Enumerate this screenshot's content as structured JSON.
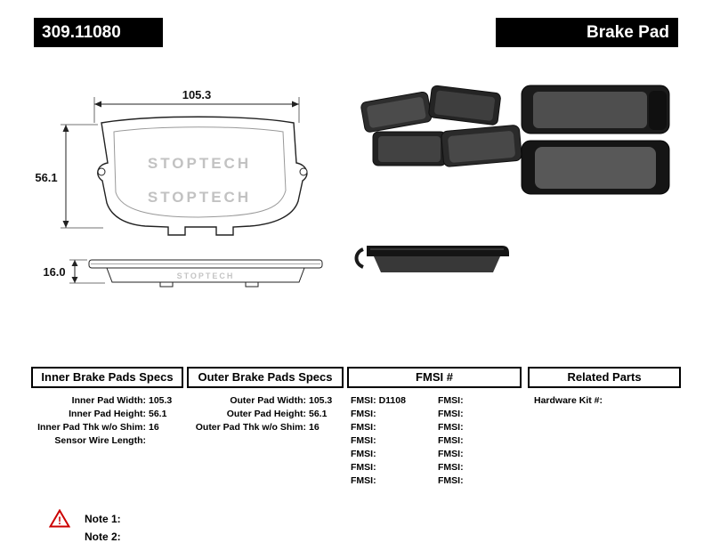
{
  "header": {
    "part_number": "309.11080",
    "product_name": "Brake Pad"
  },
  "drawing": {
    "width_label": "105.3",
    "height_label": "56.1",
    "thickness_label": "16.0",
    "watermark": "STOPTECH"
  },
  "tables": {
    "inner": {
      "title": "Inner Brake Pads Specs",
      "rows": [
        {
          "label": "Inner Pad Width:",
          "value": "105.3"
        },
        {
          "label": "Inner Pad Height:",
          "value": "56.1"
        },
        {
          "label": "Inner Pad Thk w/o Shim:",
          "value": "16"
        },
        {
          "label": "Sensor Wire Length:",
          "value": ""
        }
      ]
    },
    "outer": {
      "title": "Outer Brake Pads Specs",
      "rows": [
        {
          "label": "Outer Pad Width:",
          "value": "105.3"
        },
        {
          "label": "Outer Pad Height:",
          "value": "56.1"
        },
        {
          "label": "Outer Pad Thk w/o Shim:",
          "value": "16"
        }
      ]
    },
    "fmsi": {
      "title": "FMSI #",
      "left": [
        {
          "label": "FMSI:",
          "value": "D1108"
        },
        {
          "label": "FMSI:",
          "value": ""
        },
        {
          "label": "FMSI:",
          "value": ""
        },
        {
          "label": "FMSI:",
          "value": ""
        },
        {
          "label": "FMSI:",
          "value": ""
        },
        {
          "label": "FMSI:",
          "value": ""
        },
        {
          "label": "FMSI:",
          "value": ""
        }
      ],
      "right": [
        {
          "label": "FMSI:",
          "value": ""
        },
        {
          "label": "FMSI:",
          "value": ""
        },
        {
          "label": "FMSI:",
          "value": ""
        },
        {
          "label": "FMSI:",
          "value": ""
        },
        {
          "label": "FMSI:",
          "value": ""
        },
        {
          "label": "FMSI:",
          "value": ""
        },
        {
          "label": "FMSI:",
          "value": ""
        }
      ]
    },
    "related": {
      "title": "Related Parts",
      "rows": [
        {
          "label": "Hardware Kit #:",
          "value": ""
        }
      ]
    }
  },
  "notes": {
    "warning_glyph": "!",
    "items": [
      {
        "label": "Note 1:"
      },
      {
        "label": "Note 2:"
      }
    ]
  },
  "colors": {
    "header_bg": "#000000",
    "header_text": "#ffffff",
    "warning": "#cc0000"
  }
}
